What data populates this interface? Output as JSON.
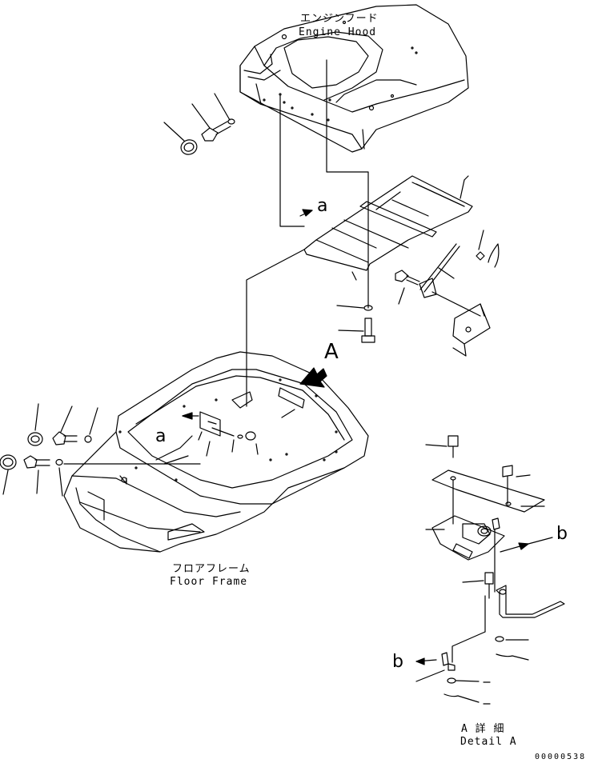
{
  "labels": {
    "engine_hood_jp": "エンジンフード",
    "engine_hood_en": "Engine Hood",
    "floor_frame_jp": "フロアフレーム",
    "floor_frame_en": "Floor Frame",
    "detail_jp": "A 詳 細",
    "detail_en": "Detail A",
    "view_a": "A",
    "ref_a_upper": "a",
    "ref_a_lower": "a",
    "ref_b_right": "b",
    "ref_b_lower": "b",
    "drawing_code": "00000538"
  }
}
